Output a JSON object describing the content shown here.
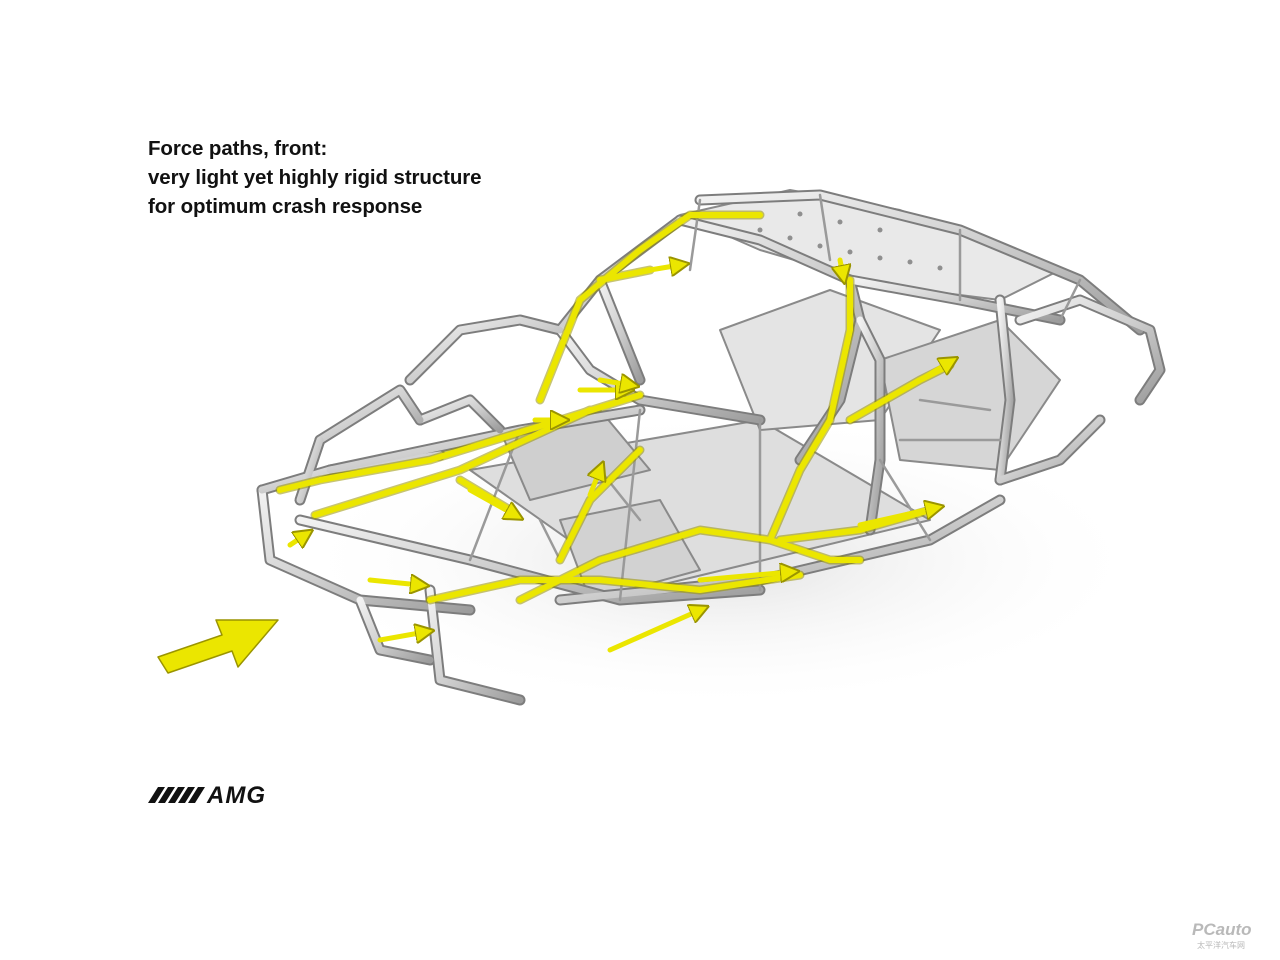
{
  "caption": {
    "line1": "Force paths, front:",
    "line2": "very light yet highly rigid structure",
    "line3": "for optimum crash response"
  },
  "logo": {
    "text": "AMG"
  },
  "watermark": {
    "latin": "PCauto",
    "cjk": "太平洋汽车网"
  },
  "colors": {
    "background": "#ffffff",
    "force_path": "#ebe600",
    "force_path_outline": "#9a9400",
    "frame": "#c8c8c8",
    "frame_shadow": "#8a8a8a",
    "text": "#111111"
  },
  "icons": [
    "impact-arrow",
    "force-path-arrow",
    "amg-stripes-icon"
  ]
}
